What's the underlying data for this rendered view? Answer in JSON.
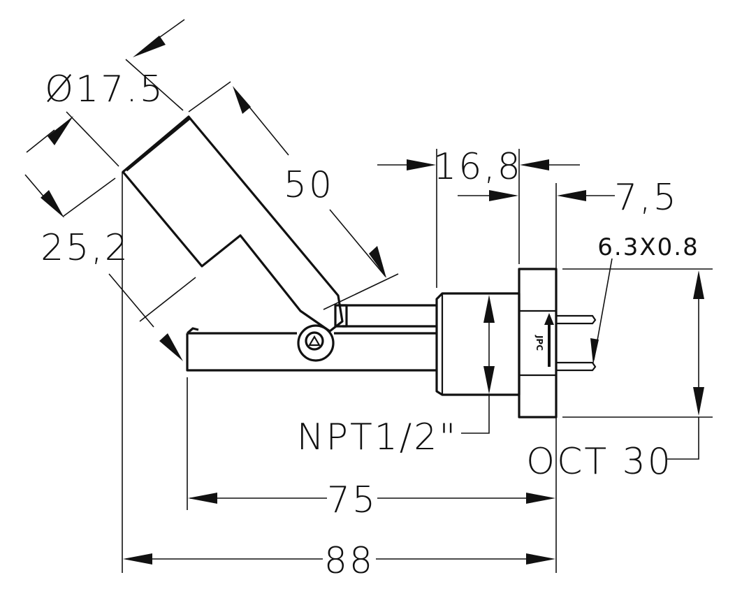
{
  "dimensions": {
    "float_diameter": "Ø17.5",
    "float_length": "50",
    "float_offset": "25,2",
    "thread_length": "16,8",
    "hex_thickness": "7,5",
    "terminal_size": "6.3X0.8",
    "thread_spec": "NPT1/2\"",
    "hex_size": "OCT 30",
    "arm_length": "75",
    "overall_length": "88"
  },
  "marking": {
    "brand": "JPC"
  }
}
